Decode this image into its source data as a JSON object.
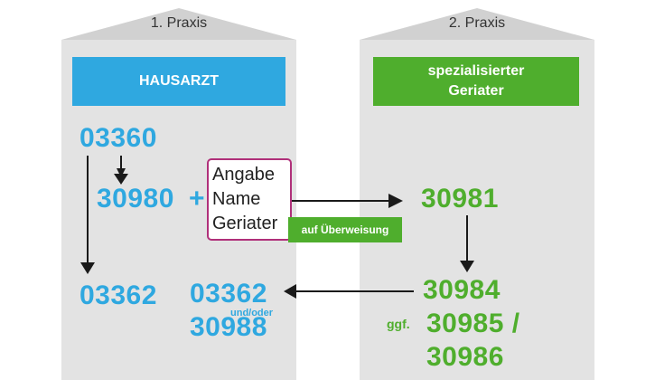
{
  "practices": [
    {
      "roof_label": "1. Praxis",
      "header": "HAUSARZT",
      "header_color": "#2fa8e0"
    },
    {
      "roof_label": "2. Praxis",
      "header_line1": "spezialisierter",
      "header_line2": "Geriater",
      "header_color": "#4fae2d"
    }
  ],
  "codes": {
    "c03360": "03360",
    "c30980": "30980",
    "plus": "+",
    "c03362_left": "03362",
    "c03362_mid": "03362",
    "und_oder": "und/oder",
    "c30988": "30988",
    "c30981": "30981",
    "c30984": "30984",
    "ggf": "ggf.",
    "c30985": "30985 /",
    "c30986": "30986"
  },
  "callout": {
    "line1": "Angabe",
    "line2": "Name",
    "line3": "Geriater"
  },
  "badge": "auf Überweisung",
  "colors": {
    "blue": "#2fa8e0",
    "green": "#4fae2d",
    "callout_border": "#b0307a",
    "house": "#e3e3e3",
    "roof": "#cfcfcf",
    "arrow": "#1a1a1a"
  }
}
